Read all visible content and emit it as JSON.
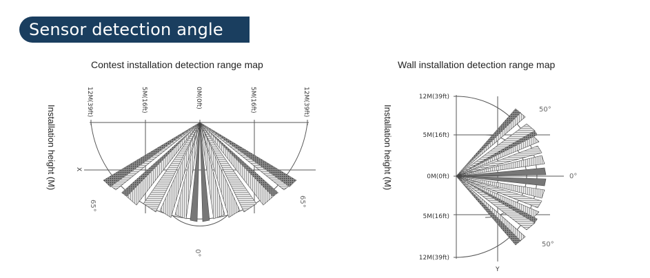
{
  "header": {
    "title": "Sensor detection angle"
  },
  "ceiling_map": {
    "title": "Contest installation detection range map",
    "height_label": "Installation height (M)",
    "ticks": [
      "12M(39ft)",
      "5M(16ft)",
      "0M(0ft)",
      "5M(16ft)",
      "12M(39ft)"
    ],
    "axis_letter": "X",
    "angle_left": "65°",
    "angle_right": "65°",
    "angle_bottom": "0°"
  },
  "wall_map": {
    "title": "Wall installation detection range map",
    "height_label": "Installation height (M)",
    "ticks": [
      "12M(39ft)",
      "5M(16ft)",
      "0M(0ft)",
      "5M(16ft)",
      "12M(39ft)"
    ],
    "axis_letter": "Y",
    "angle_top": "50°",
    "angle_mid": "0°",
    "angle_bottom": "50°"
  },
  "colors": {
    "header_bg": "#1a3e5f",
    "header_text": "#ffffff",
    "line": "#555555",
    "beam_fill": "#9a9a9a",
    "beam_dark": "#444444"
  }
}
